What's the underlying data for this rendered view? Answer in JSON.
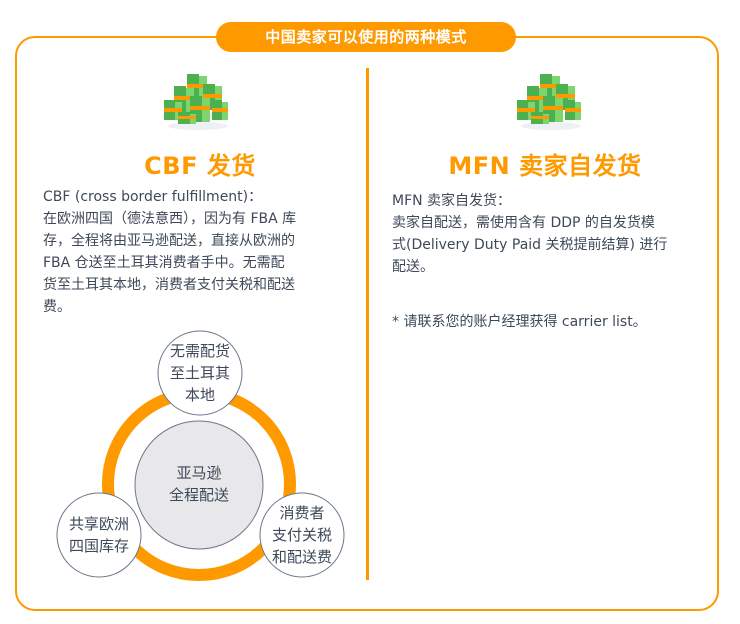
{
  "header": {
    "title": "中国卖家可以使用的两种模式"
  },
  "colors": {
    "accent": "#ff9900",
    "text": "#3d4859",
    "circle_border": "#6b778a",
    "center_fill": "#e8e8ea"
  },
  "left": {
    "icon": "money-stack-icon",
    "title": "CBF 发货",
    "paragraph_lines": [
      "CBF (cross border fulfillment)：",
      "在欧洲四国（德法意西），因为有 FBA 库",
      "存，全程将由亚马逊配送，直接从欧洲的",
      "FBA 仓送至土耳其消费者手中。无需配",
      "货至土耳其本地，消费者支付关税和配送",
      "费。"
    ],
    "diagram": {
      "center_label": "亚马逊\n全程配送",
      "top_label": "无需配货\n至土耳其\n本地",
      "bottom_left_label": "共享欧洲\n四国库存",
      "bottom_right_label": "消费者\n支付关税\n和配送费"
    }
  },
  "right": {
    "icon": "money-stack-icon",
    "title": "MFN 卖家自发货",
    "paragraph_lines": [
      "MFN 卖家自发货：",
      "卖家自配送，需使用含有 DDP 的自发货模",
      "式(Delivery Duty Paid 关税提前结算) 进行",
      "配送。"
    ],
    "note": "* 请联系您的账户经理获得 carrier list。"
  }
}
